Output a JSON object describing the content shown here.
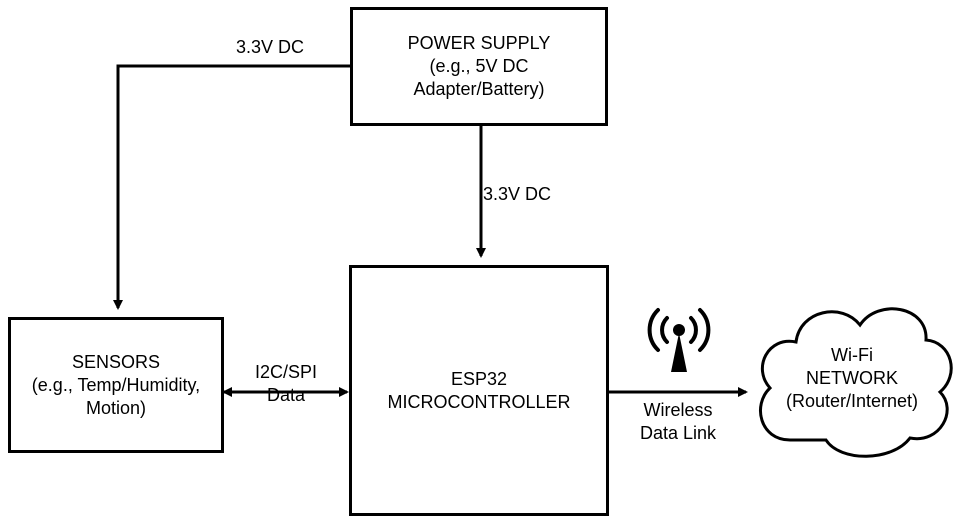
{
  "nodes": {
    "power_supply": {
      "lines": [
        "POWER SUPPLY",
        "(e.g., 5V DC",
        "Adapter/Battery)"
      ]
    },
    "sensors": {
      "lines": [
        "SENSORS",
        "(e.g., Temp/Humidity,",
        "Motion)"
      ]
    },
    "esp32": {
      "lines": [
        "ESP32",
        "MICROCONTROLLER"
      ]
    },
    "wifi_network": {
      "lines": [
        "Wi-Fi",
        "NETWORK",
        "(Router/Internet)"
      ]
    }
  },
  "edges": {
    "power_to_sensors": {
      "label": "3.3V DC"
    },
    "power_to_esp32": {
      "label": "3.3V DC"
    },
    "sensors_esp32": {
      "lines": [
        "I2C/SPI",
        "Data"
      ]
    },
    "esp32_to_wifi": {
      "lines": [
        "Wireless",
        "Data Link"
      ]
    }
  },
  "icons": {
    "antenna": "wireless-antenna-icon"
  },
  "colors": {
    "stroke": "#000000",
    "background": "#ffffff"
  }
}
